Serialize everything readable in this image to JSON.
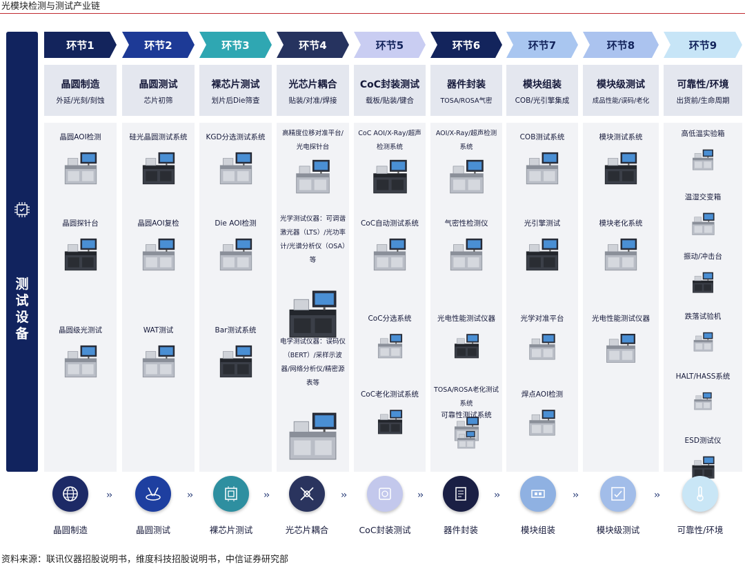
{
  "title": "光模块检测与测试产业链",
  "source": "资料来源：联讯仪器招股说明书，维度科技招股说明书，中信证券研究部",
  "side_label": "测试设备",
  "colors": {
    "tabs": [
      "#13245c",
      "#1d3a96",
      "#2fa7b2",
      "#26335f",
      "#c9cdf2",
      "#13245c",
      "#a9c6f0",
      "#abc3ef",
      "#c7e5f7"
    ],
    "tab_text": [
      "#ffffff",
      "#ffffff",
      "#ffffff",
      "#ffffff",
      "#13245c",
      "#ffffff",
      "#13245c",
      "#13245c",
      "#13245c"
    ],
    "flow": [
      "#1d2a66",
      "#1e3fa0",
      "#2e8fa0",
      "#2a345e",
      "#c3c8ec",
      "#1a1f44",
      "#8fb1e2",
      "#a2bde9",
      "#c9e6f6"
    ]
  },
  "stages": [
    {
      "tab": "环节1",
      "name": "晶圆制造",
      "sub": "外延/光刻/刻蚀",
      "equipment": [
        "晶圆AOI检测",
        "晶圆探针台",
        "晶圆级光测试"
      ]
    },
    {
      "tab": "环节2",
      "name": "晶圆测试",
      "sub": "芯片初筛",
      "equipment": [
        "硅光晶圆测试系统",
        "晶圆AOI复检",
        "WAT测试"
      ]
    },
    {
      "tab": "环节3",
      "name": "裸芯片测试",
      "sub": "划片后Die筛查",
      "equipment": [
        "KGD分选测试系统",
        "Die AOI检测",
        "Bar测试系统"
      ]
    },
    {
      "tab": "环节4",
      "name": "光芯片耦合",
      "sub": "贴装/对准/焊接",
      "equipment": [
        "高精度位移对准平台/光电探针台",
        "光学测试仪器：可调谐激光器（LTS）/光功率计/光谱分析仪（OSA）等",
        "电学测试仪器：误码仪（BERT）/采样示波器/网络分析仪/精密源表等"
      ]
    },
    {
      "tab": "环节5",
      "name": "CoC封装测试",
      "sub": "载板/贴装/键合",
      "equipment": [
        "CoC AOI/X-Ray/超声检测系统",
        "CoC自动测试系统",
        "CoC分选系统",
        "CoC老化测试系统"
      ]
    },
    {
      "tab": "环节6",
      "name": "器件封装",
      "sub": "TOSA/ROSA气密",
      "equipment": [
        "AOI/X-Ray/超声检测系统",
        "气密性检测仪",
        "光电性能测试仪器",
        "TOSA/ROSA老化测试系统",
        "可靠性测试系统"
      ]
    },
    {
      "tab": "环节7",
      "name": "模块组装",
      "sub": "COB/光引擎集成",
      "equipment": [
        "COB测试系统",
        "光引擎测试",
        "光学对准平台",
        "焊点AOI检测"
      ]
    },
    {
      "tab": "环节8",
      "name": "模块级测试",
      "sub": "成品性能/误码/老化",
      "equipment": [
        "模块测试系统",
        "模块老化系统",
        "光电性能测试仪器"
      ]
    },
    {
      "tab": "环节9",
      "name": "可靠性/环境",
      "sub": "出货前/生命周期",
      "equipment": [
        "高低温实验箱",
        "温湿交变箱",
        "振动/冲击台",
        "跌落试验机",
        "HALT/HASS系统",
        "ESD测试仪"
      ]
    }
  ],
  "flow_labels": [
    "晶圆制造",
    "晶圆测试",
    "裸芯片测试",
    "光芯片耦合",
    "CoC封装测试",
    "器件封装",
    "模块组装",
    "模块级测试",
    "可靠性/环境"
  ],
  "flow_icons": [
    "globe-icon",
    "probe-icon",
    "chip-grid-icon",
    "coupling-icon",
    "package-chip-icon",
    "device-icon",
    "module-icon",
    "module-test-icon",
    "thermometer-icon"
  ]
}
